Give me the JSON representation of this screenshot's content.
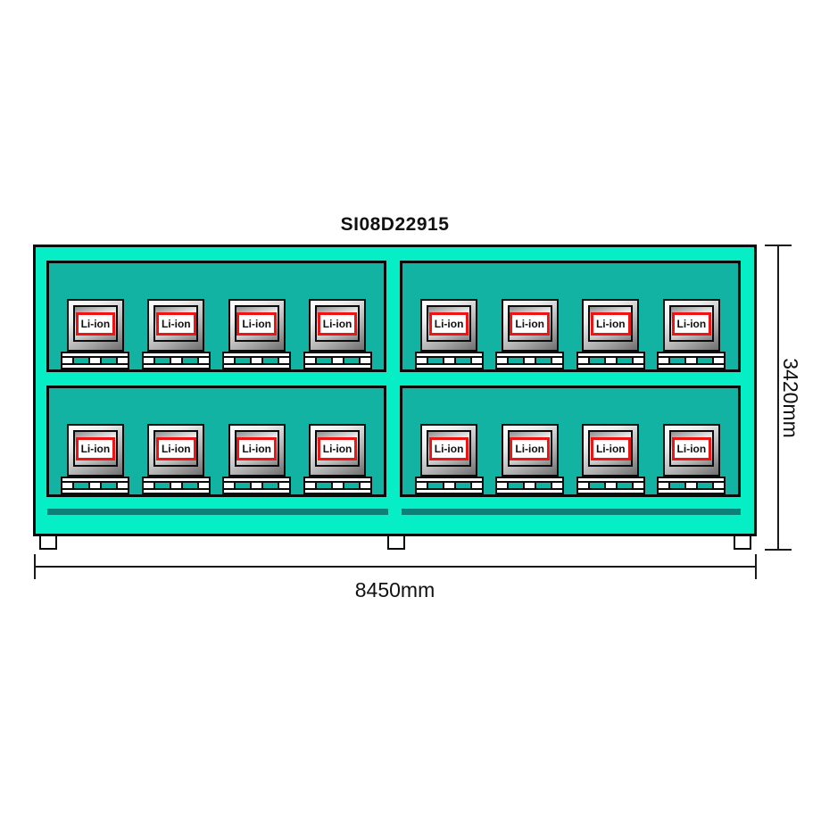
{
  "title": "SI08D22915",
  "equipment": {
    "unit_label": "Li-ion",
    "bay_rows": 2,
    "bay_columns": 2,
    "units_per_bay": 4,
    "total_units": 16,
    "legs": 3
  },
  "dimensions": {
    "width_label": "8450mm",
    "height_label": "3420mm"
  },
  "colors": {
    "frame": "#06EEC6",
    "bay": "#12B3A2",
    "rail": "#0B8178",
    "outline": "#0A0A0A",
    "label_border": "#EE1414",
    "label_bg": "#FFFFFF"
  }
}
